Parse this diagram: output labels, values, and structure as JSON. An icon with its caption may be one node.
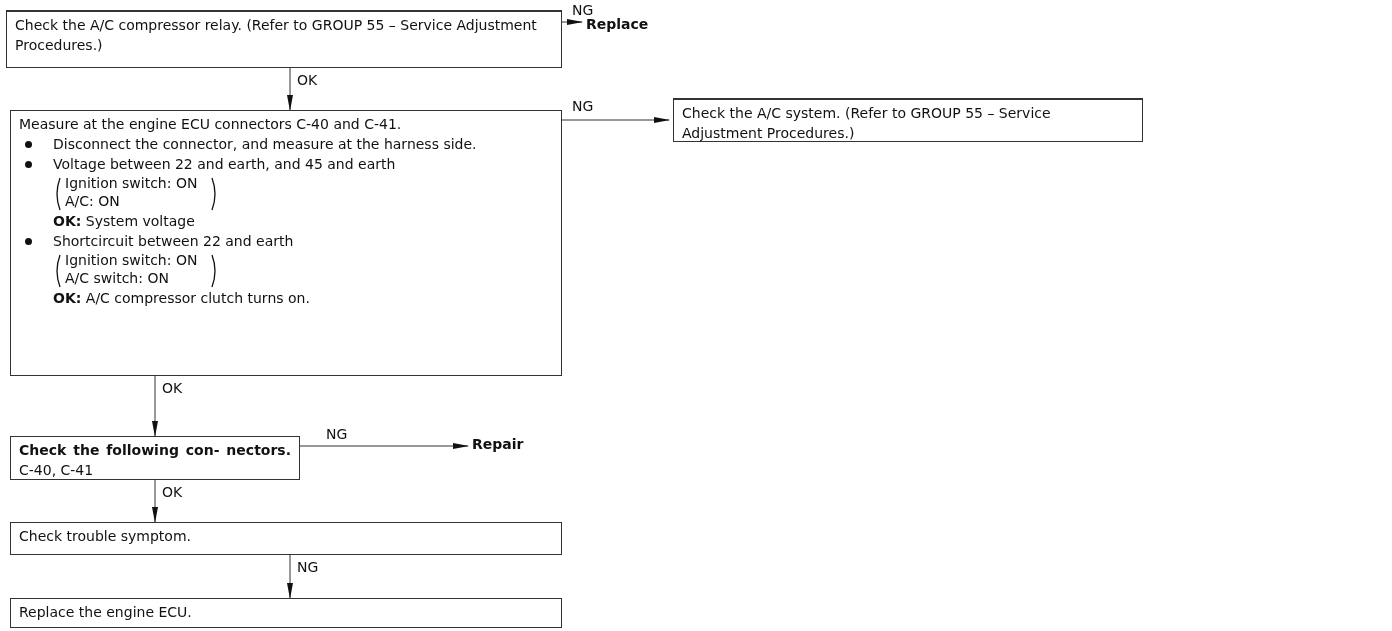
{
  "diagram": {
    "nodes": [
      {
        "text": [
          "Check the A/C compressor relay. (Refer to GROUP 55 – Service Adjustment Procedures.)"
        ]
      },
      {
        "text": [
          "Replace"
        ]
      },
      {
        "text": [
          "Measure at the engine ECU connectors C-40 and C-41.",
          "Disconnect the connector, and measure at the harness side.",
          "Voltage between 22 and earth, and 45 and earth",
          "Ignition switch: ON",
          "A/C: ON",
          "**OK:** System voltage",
          "Shortcircuit between 22 and earth",
          "Ignition switch: ON",
          "A/C switch: ON",
          "**OK:** A/C compressor clutch turns on."
        ]
      },
      {
        "text": [
          "Check the A/C system. (Refer to GROUP 55 – Service Adjustment Procedures.)"
        ]
      },
      {
        "text": [
          "**Check the following con- nectors.** C-40, C-41"
        ]
      },
      {
        "text": [
          "Repair"
        ]
      },
      {
        "text": [
          "Check trouble symptom."
        ]
      },
      {
        "text": [
          "Replace the engine ECU."
        ]
      }
    ],
    "edges": [
      {
        "from": 0,
        "to": 1,
        "arrow": "to",
        "label": "NG"
      },
      {
        "from": 0,
        "to": 2,
        "arrow": "to",
        "label": "OK"
      },
      {
        "from": 2,
        "to": 3,
        "arrow": "to",
        "label": "NG"
      },
      {
        "from": 2,
        "to": 4,
        "arrow": "to",
        "label": "OK"
      },
      {
        "from": 4,
        "to": 5,
        "arrow": "to",
        "label": "NG"
      },
      {
        "from": 4,
        "to": 6,
        "arrow": "to",
        "label": "OK"
      },
      {
        "from": 6,
        "to": 7,
        "arrow": "to",
        "label": "NG"
      }
    ]
  }
}
